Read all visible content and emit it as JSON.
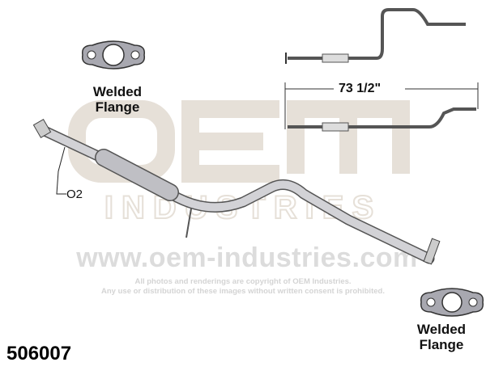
{
  "part_number": "506007",
  "labels": {
    "top_flange": [
      "Welded",
      "Flange"
    ],
    "bottom_flange": [
      "Welded",
      "Flange"
    ],
    "sensor": "O2",
    "dimension": "73 1/2\""
  },
  "watermark": {
    "logo_top": "OEM",
    "logo_bottom": "INDUSTRIES",
    "url": "www.oem-industries.com",
    "copyright_line1": "All photos and renderings are copyright of OEM Industries.",
    "copyright_line2": "Any use or distribution of these images without written consent is prohibited."
  },
  "colors": {
    "pipe": "#c8c8cc",
    "watermark": "#dcdcdc",
    "flange": "#a8a8b0"
  }
}
